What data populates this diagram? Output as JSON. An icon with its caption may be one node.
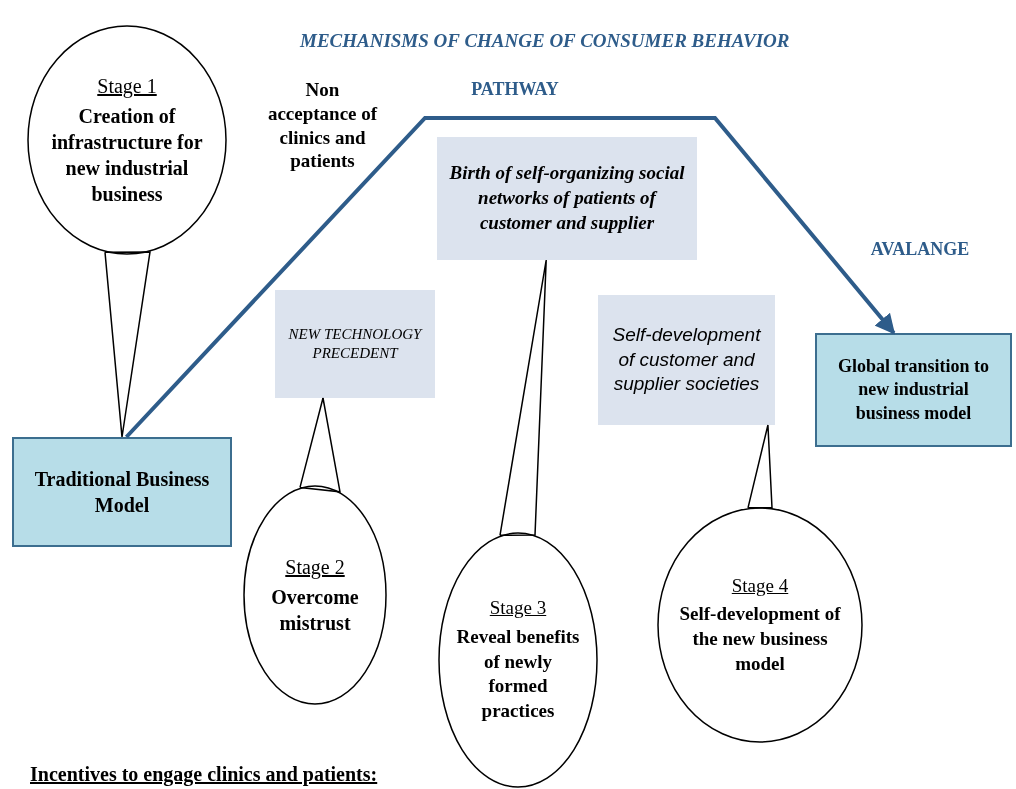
{
  "diagram": {
    "title": "MECHANISMS OF CHANGE OF CONSUMER BEHAVIOR",
    "nodes": [
      {
        "text": [
          "Stage 1",
          "Creation of infrastructure for new industrial business"
        ]
      },
      {
        "text": [
          "Traditional Business Model"
        ]
      },
      {
        "text": [
          "Global transition to new industrial business model"
        ]
      },
      {
        "text": [
          "NEW TECHNOLOGY PRECEDENT"
        ]
      },
      {
        "text": [
          "Birth of self-organizing social networks of patients of customer and supplier"
        ]
      },
      {
        "text": [
          "Self-development of customer and supplier societies"
        ]
      },
      {
        "text": [
          "Stage 2",
          "Overcome mistrust"
        ]
      },
      {
        "text": [
          "Stage 3",
          "Reveal benefits of newly formed practices"
        ]
      },
      {
        "text": [
          "Stage 4",
          "Self-development of the new business model"
        ]
      }
    ],
    "edges": [
      {
        "from": 1,
        "to": 2,
        "arrow": "to",
        "style": "thick",
        "color": "#2e5c8a"
      },
      {
        "from": 0,
        "to": 1,
        "arrow": "none"
      },
      {
        "from": 6,
        "to": 3,
        "arrow": "none"
      },
      {
        "from": 7,
        "to": 4,
        "arrow": "none"
      },
      {
        "from": 8,
        "to": 5,
        "arrow": "none"
      }
    ],
    "labels": [
      "Non acceptance of clinics and patients",
      "PATHWAY",
      "AVALANGE",
      "Incentives to engage clinics and patients:"
    ]
  }
}
